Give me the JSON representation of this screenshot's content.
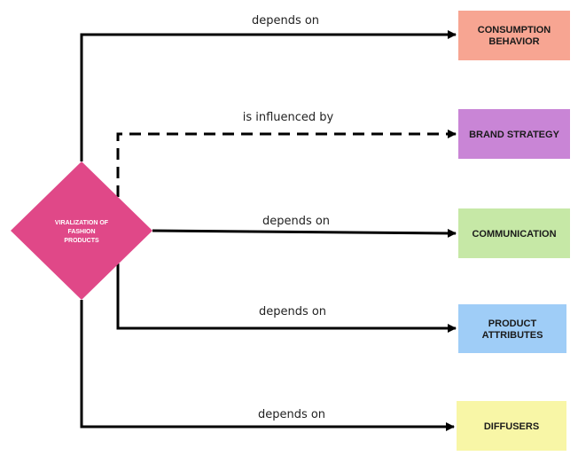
{
  "center": {
    "lines": [
      "VIRALIZATION OF",
      "FASHION",
      "PRODUCTS"
    ],
    "color": "#e04888"
  },
  "edges": {
    "consumption": "depends on",
    "brand": "is influenced by",
    "communication": "depends on",
    "attributes": "depends on",
    "diffusers": "depends on"
  },
  "nodes": {
    "consumption": {
      "lines": [
        "CONSUMPTION",
        "BEHAVIOR"
      ],
      "color": "#f7a592"
    },
    "brand": {
      "lines": [
        "BRAND STRATEGY"
      ],
      "color": "#c985d6"
    },
    "communication": {
      "lines": [
        "COMMUNICATION"
      ],
      "color": "#c6e8a6"
    },
    "attributes": {
      "lines": [
        "PRODUCT",
        "ATTRIBUTES"
      ],
      "color": "#9fcdf7"
    },
    "diffusers": {
      "lines": [
        "DIFFUSERS"
      ],
      "color": "#f8f6a6"
    }
  }
}
